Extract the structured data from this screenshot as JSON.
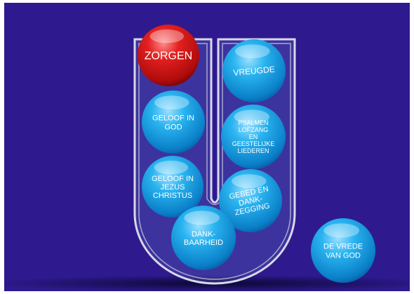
{
  "colors": {
    "background": "#2e1a8e",
    "ball_blue": "#1a9fe0",
    "ball_red": "#d01818",
    "tube_outline": "#d8d8e8"
  },
  "balls": [
    {
      "id": "zorgen",
      "color": "red",
      "lines": [
        "ZORGEN"
      ]
    },
    {
      "id": "vreugde",
      "color": "blue",
      "lines": [
        "VREUGDE"
      ]
    },
    {
      "id": "geloof-in-god",
      "color": "blue",
      "lines": [
        "GELOOF IN",
        "GOD"
      ]
    },
    {
      "id": "psalmen",
      "color": "blue",
      "lines": [
        "PSALMEN",
        "LOFZANG",
        "EN",
        "GEESTELIJKE",
        "LIEDEREN"
      ]
    },
    {
      "id": "geloof-in-jezus-christus",
      "color": "blue",
      "lines": [
        "GELOOF IN",
        "JEZUS",
        "CHRISTUS"
      ]
    },
    {
      "id": "gebed-en-dankzegging",
      "color": "blue",
      "lines": [
        "GEBED EN",
        "DANK-",
        "ZEGGING"
      ]
    },
    {
      "id": "dankbaarheid",
      "color": "blue",
      "lines": [
        "DANK-",
        "BAARHEID"
      ]
    },
    {
      "id": "de-vrede-van-god",
      "color": "blue",
      "lines": [
        "DE VREDE",
        "VAN GOD"
      ]
    }
  ]
}
